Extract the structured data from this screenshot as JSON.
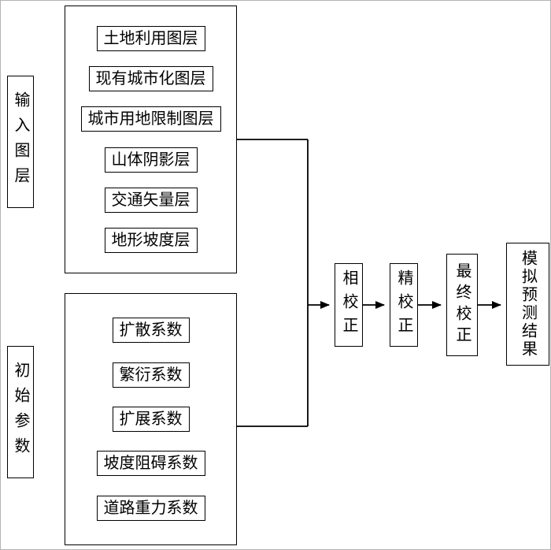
{
  "flow": {
    "left_labels": {
      "input": "输入图层",
      "params": "初始参数"
    },
    "input_layers": [
      "土地利用图层",
      "现有城市化图层",
      "城市用地限制图层",
      "山体阴影层",
      "交通矢量层",
      "地形坡度层"
    ],
    "initial_params": [
      "扩散系数",
      "繁衍系数",
      "扩展系数",
      "坡度阻碍系数",
      "道路重力系数"
    ],
    "stages": [
      "相校正",
      "精校正",
      "最终校正",
      "模拟预测结果"
    ],
    "colors": {
      "line": "#000000",
      "text": "#000000",
      "background": "#ffffff"
    }
  }
}
